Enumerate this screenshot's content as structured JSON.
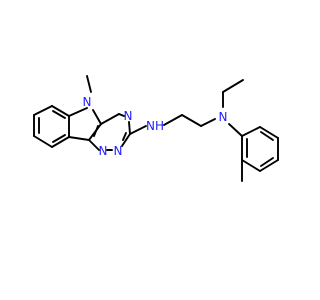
{
  "molecule": {
    "atoms": {
      "n5": {
        "symbol": "N"
      },
      "n4": {
        "symbol": "N"
      },
      "n2": {
        "symbol": "N"
      },
      "n1": {
        "symbol": "N"
      },
      "nh": {
        "symbol": "NH"
      },
      "nr": {
        "symbol": "N"
      }
    },
    "colors": {
      "bond": "#000000",
      "heteroatom": "#1d1dff",
      "background": "#ffffff"
    }
  }
}
